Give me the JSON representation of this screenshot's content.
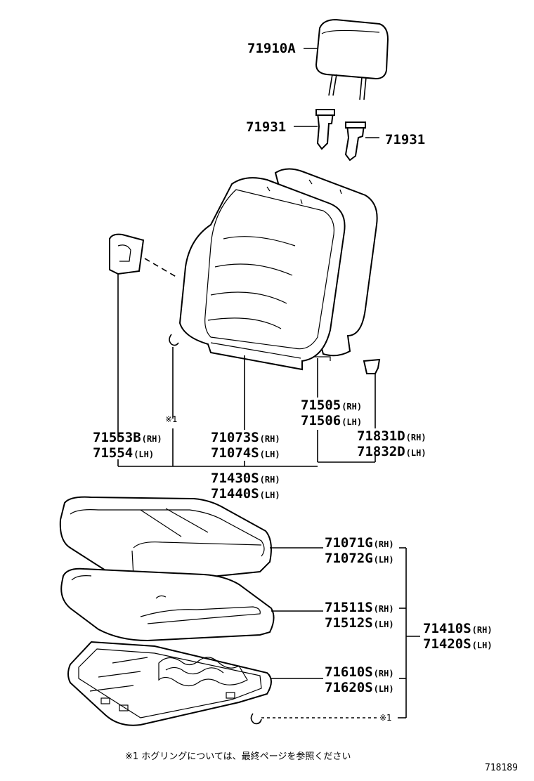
{
  "parts": {
    "headrest": {
      "number": "71910A",
      "suffix": ""
    },
    "support_left": {
      "number": "71931",
      "suffix": ""
    },
    "support_right": {
      "number": "71931",
      "suffix": ""
    },
    "cover_rh": {
      "number": "71553B",
      "suffix": "(RH)"
    },
    "cover_lh": {
      "number": "71554",
      "suffix": "(LH)"
    },
    "back_cover_rh": {
      "number": "71073S",
      "suffix": "(RH)"
    },
    "back_cover_lh": {
      "number": "71074S",
      "suffix": "(LH)"
    },
    "back_pad_rh": {
      "number": "71505",
      "suffix": "(RH)"
    },
    "back_pad_lh": {
      "number": "71506",
      "suffix": "(LH)"
    },
    "knob_rh": {
      "number": "71831D",
      "suffix": "(RH)"
    },
    "knob_lh": {
      "number": "71832D",
      "suffix": "(LH)"
    },
    "back_assy_rh": {
      "number": "71430S",
      "suffix": "(RH)"
    },
    "back_assy_lh": {
      "number": "71440S",
      "suffix": "(LH)"
    },
    "cushion_cover_rh": {
      "number": "71071G",
      "suffix": "(RH)"
    },
    "cushion_cover_lh": {
      "number": "71072G",
      "suffix": "(LH)"
    },
    "cushion_pad_rh": {
      "number": "71511S",
      "suffix": "(RH)"
    },
    "cushion_pad_lh": {
      "number": "71512S",
      "suffix": "(LH)"
    },
    "cushion_frame_rh": {
      "number": "71610S",
      "suffix": "(RH)"
    },
    "cushion_frame_lh": {
      "number": "71620S",
      "suffix": "(LH)"
    },
    "cushion_assy_rh": {
      "number": "71410S",
      "suffix": "(RH)"
    },
    "cushion_assy_lh": {
      "number": "71420S",
      "suffix": "(LH)"
    }
  },
  "ref_mark_1": "※1",
  "ref_mark_2": "※1",
  "footnote": "※1  ホグリングについては、最終ページを参照ください",
  "diagram_id": "718189"
}
